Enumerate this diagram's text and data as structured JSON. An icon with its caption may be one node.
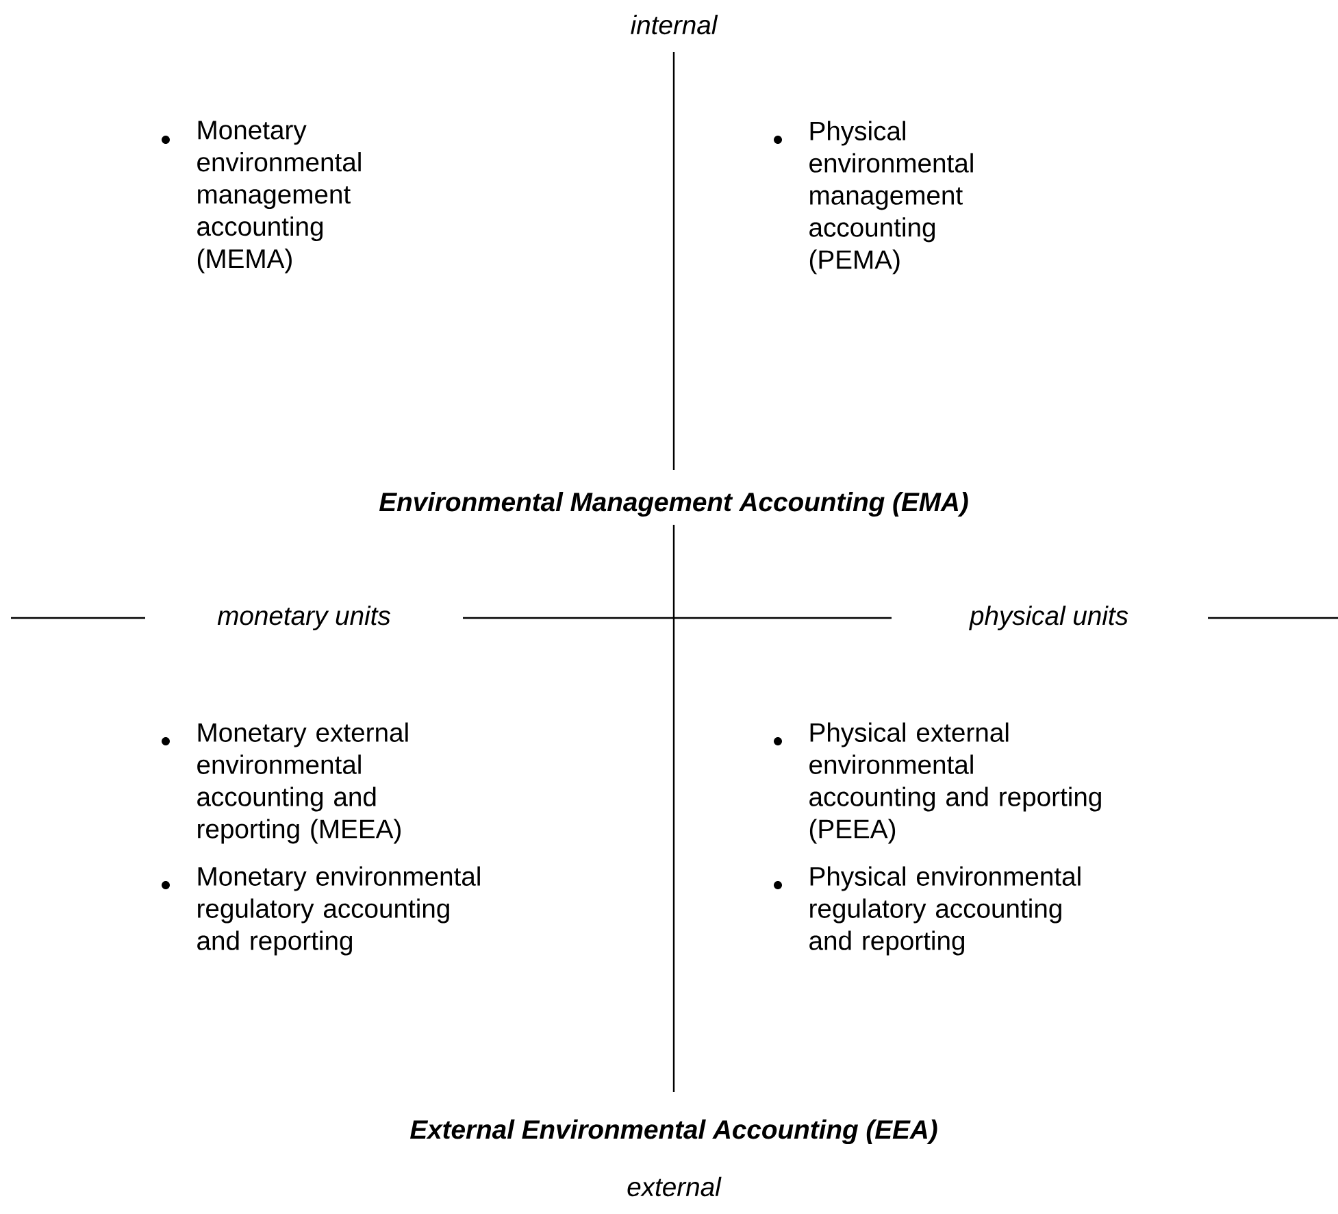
{
  "diagram": {
    "labels": [
      "internal",
      "Monetary environmental management accounting (MEMA)",
      "Physical environmental management accounting (PEMA)",
      "Environmental Management Accounting (EMA)",
      "monetary units",
      "physical units",
      "Monetary external environmental accounting and reporting (MEEA)",
      "Monetary environmental regulatory accounting and reporting",
      "Physical external environmental accounting and reporting (PEEA)",
      "Physical environmental regulatory accounting and reporting",
      "External Environmental Accounting (EEA)",
      "external"
    ]
  }
}
